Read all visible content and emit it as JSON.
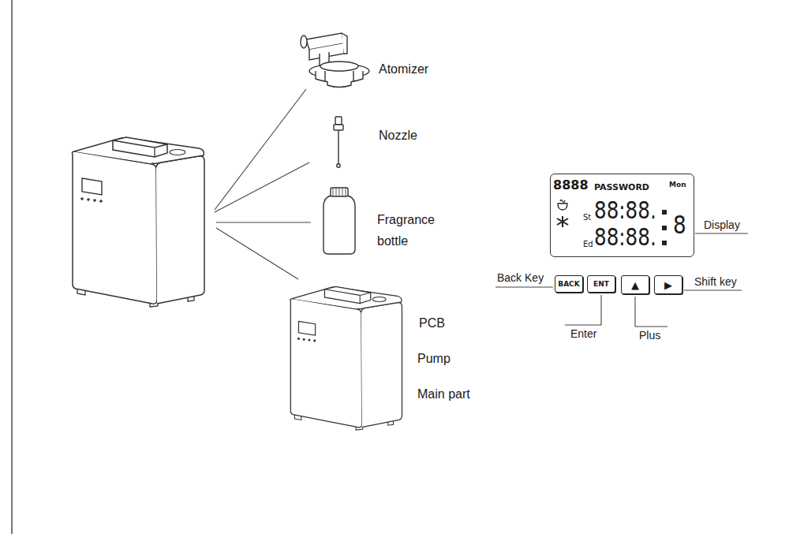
{
  "diagram": {
    "nodes": [
      {
        "text": [
          "8888",
          "PASSWORD",
          "Mon",
          "St",
          "88:88.",
          "Ed",
          "88:88.",
          "8"
        ]
      },
      {
        "text": [
          "BACK"
        ]
      },
      {
        "text": [
          "ENT"
        ]
      },
      {
        "text": [
          "▲"
        ]
      },
      {
        "text": [
          "▶"
        ]
      }
    ],
    "labels": [
      "Atomizer",
      "Nozzle",
      "Fragrance bottle",
      "PCB",
      "Pump",
      "Main part",
      "Display",
      "Back Key",
      "Shift key",
      "Enter",
      "Plus"
    ]
  }
}
